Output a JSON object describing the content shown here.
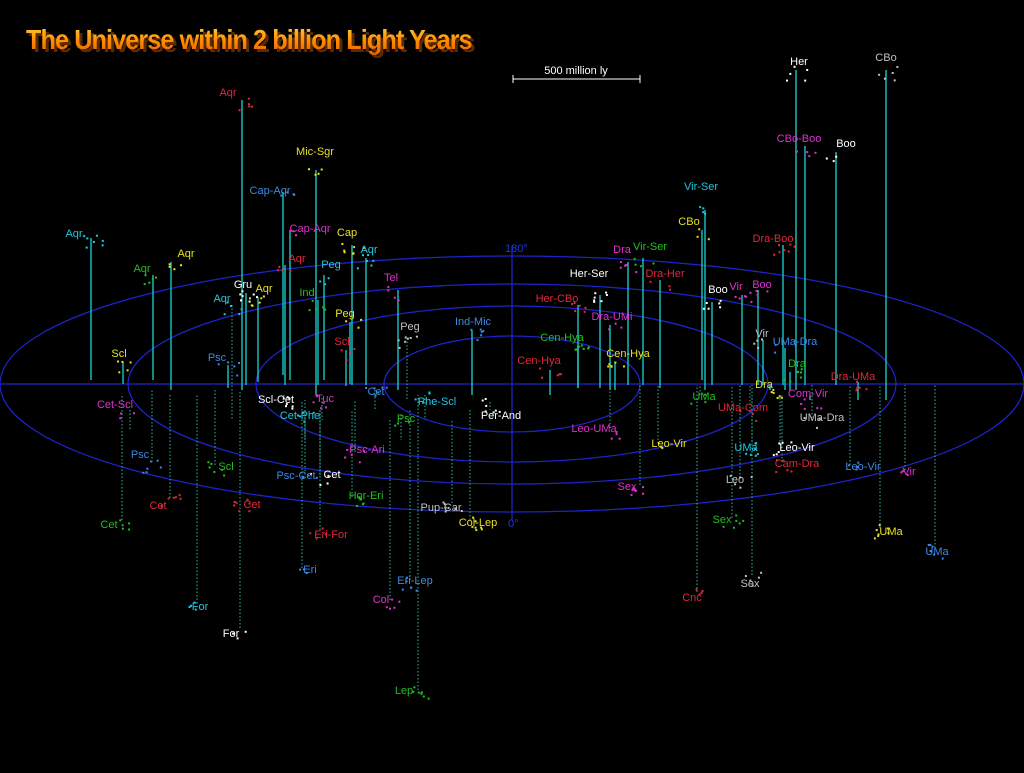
{
  "title": "The Universe within 2 billion Light Years",
  "scale_bar_label": "500 million ly",
  "axis_label_top": "180°",
  "axis_label_bottom": "0°",
  "colors": {
    "background": "#000000",
    "rings": "#1c24c8",
    "stem_solid": "#19c6c6",
    "stem_dotted": "#30b8a8",
    "title_top": "#ffd23a",
    "title_bottom": "#e85a00"
  },
  "clusters": [
    {
      "label": "Aqr",
      "color": "#e0283a"
    },
    {
      "label": "Mic-Sgr",
      "color": "#e8e020"
    },
    {
      "label": "Cap-Aqr",
      "color": "#3a8ae8"
    },
    {
      "label": "Cap-Aqr",
      "color": "#e030d0"
    },
    {
      "label": "Cap",
      "color": "#e8e020"
    },
    {
      "label": "Aqr",
      "color": "#20c8e0"
    },
    {
      "label": "Aqr",
      "color": "#20c020"
    },
    {
      "label": "Aqr",
      "color": "#e8e020"
    },
    {
      "label": "Aqr",
      "color": "#e0283a"
    },
    {
      "label": "Peg",
      "color": "#20c8e0"
    },
    {
      "label": "Gru",
      "color": "#ffffff"
    },
    {
      "label": "Aqr",
      "color": "#e8e020"
    },
    {
      "label": "Aqr",
      "color": "#20c8e0"
    },
    {
      "label": "Ind",
      "color": "#20c020"
    },
    {
      "label": "Tel",
      "color": "#e030d0"
    },
    {
      "label": "Peg",
      "color": "#e8e020"
    },
    {
      "label": "Peg",
      "color": "#c0c0c0"
    },
    {
      "label": "Ind-Mic",
      "color": "#3a8ae8"
    },
    {
      "label": "Scl",
      "color": "#e8e020"
    },
    {
      "label": "Psc",
      "color": "#3a8ae8"
    },
    {
      "label": "Scl",
      "color": "#e0283a"
    },
    {
      "label": "Cet-Scl",
      "color": "#e030d0"
    },
    {
      "label": "Scl-Cet",
      "color": "#ffffff"
    },
    {
      "label": "Tuc",
      "color": "#e030d0"
    },
    {
      "label": "Cet",
      "color": "#3a8ae8"
    },
    {
      "label": "Cet-Phe",
      "color": "#20c8e0"
    },
    {
      "label": "Phe-Scl",
      "color": "#20c8e0"
    },
    {
      "label": "Psc",
      "color": "#20c020"
    },
    {
      "label": "Per-And",
      "color": "#ffffff"
    },
    {
      "label": "Psc",
      "color": "#3a8ae8"
    },
    {
      "label": "Scl",
      "color": "#20c020"
    },
    {
      "label": "Psc-Ari",
      "color": "#e030d0"
    },
    {
      "label": "Cet",
      "color": "#ffffff"
    },
    {
      "label": "Psc-Cet",
      "color": "#3a8ae8"
    },
    {
      "label": "Cet",
      "color": "#e0283a"
    },
    {
      "label": "Cet",
      "color": "#e0283a"
    },
    {
      "label": "Hor-Eri",
      "color": "#20c020"
    },
    {
      "label": "Cet",
      "color": "#20c020"
    },
    {
      "label": "Eri-For",
      "color": "#e0283a"
    },
    {
      "label": "Eri",
      "color": "#3a8ae8"
    },
    {
      "label": "Pup-Car",
      "color": "#c0c0c0"
    },
    {
      "label": "Col-Lep",
      "color": "#e8e020"
    },
    {
      "label": "Eri-Lep",
      "color": "#3a8ae8"
    },
    {
      "label": "Col",
      "color": "#e030d0"
    },
    {
      "label": "For",
      "color": "#20c8e0"
    },
    {
      "label": "For",
      "color": "#ffffff"
    },
    {
      "label": "Lep",
      "color": "#20c020"
    },
    {
      "label": "Her-Ser",
      "color": "#ffffff"
    },
    {
      "label": "Her-CBo",
      "color": "#e0283a"
    },
    {
      "label": "Dra",
      "color": "#e030d0"
    },
    {
      "label": "Vir-Ser",
      "color": "#20c020"
    },
    {
      "label": "Dra-Her",
      "color": "#e0283a"
    },
    {
      "label": "Dra-UMi",
      "color": "#e030d0"
    },
    {
      "label": "Cen-Hya",
      "color": "#20c020"
    },
    {
      "label": "Cen-Hya",
      "color": "#e8e020"
    },
    {
      "label": "Cen-Hya",
      "color": "#e0283a"
    },
    {
      "label": "Leo-UMa",
      "color": "#e030d0"
    },
    {
      "label": "UMa",
      "color": "#20c020"
    },
    {
      "label": "Leo-Vir",
      "color": "#e8e020"
    },
    {
      "label": "Sex",
      "color": "#e030d0"
    },
    {
      "label": "Sex",
      "color": "#20c020"
    },
    {
      "label": "Sex",
      "color": "#c0c0c0"
    },
    {
      "label": "Cnc",
      "color": "#e0283a"
    },
    {
      "label": "Vir-Ser",
      "color": "#20c8e0"
    },
    {
      "label": "CBo",
      "color": "#e8e020"
    },
    {
      "label": "Dra-Boo",
      "color": "#e0283a"
    },
    {
      "label": "Boo",
      "color": "#ffffff"
    },
    {
      "label": "Vir",
      "color": "#e030d0"
    },
    {
      "label": "Boo",
      "color": "#e030d0"
    },
    {
      "label": "Vir",
      "color": "#c0c0c0"
    },
    {
      "label": "UMa-Dra",
      "color": "#3a8ae8"
    },
    {
      "label": "Dra",
      "color": "#20c020"
    },
    {
      "label": "Dra",
      "color": "#e8e020"
    },
    {
      "label": "Dra-UMa",
      "color": "#e0283a"
    },
    {
      "label": "Com-Vir",
      "color": "#e030d0"
    },
    {
      "label": "UMa-Com",
      "color": "#e0283a"
    },
    {
      "label": "UMa-Dra",
      "color": "#c0c0c0"
    },
    {
      "label": "UMa",
      "color": "#20c8e0"
    },
    {
      "label": "Leo-Vir",
      "color": "#ffffff"
    },
    {
      "label": "Cam-Dra",
      "color": "#e0283a"
    },
    {
      "label": "Leo",
      "color": "#c0c0c0"
    },
    {
      "label": "Leo-Vir",
      "color": "#3a8ae8"
    },
    {
      "label": "Vir",
      "color": "#e030d0"
    },
    {
      "label": "UMa",
      "color": "#e8e020"
    },
    {
      "label": "UMa",
      "color": "#3a8ae8"
    },
    {
      "label": "Her",
      "color": "#ffffff"
    },
    {
      "label": "CBo",
      "color": "#c0c0c0"
    },
    {
      "label": "CBo-Boo",
      "color": "#e030d0"
    },
    {
      "label": "Boo",
      "color": "#ffffff"
    },
    {
      "label": "Aqr",
      "color": "#20c8e0"
    }
  ]
}
